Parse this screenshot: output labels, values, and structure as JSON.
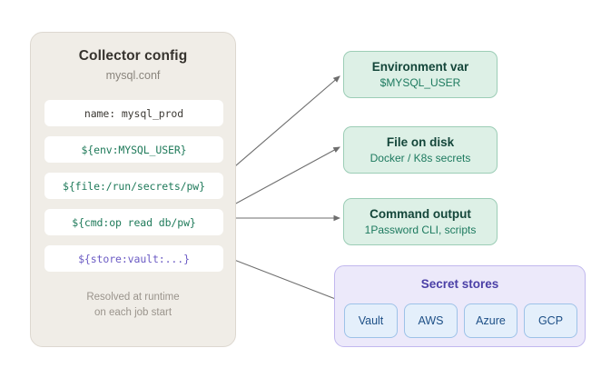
{
  "diagram": {
    "background": "#ffffff",
    "accent_green": "#1d7a5f",
    "accent_purple": "#4a3fa6",
    "accent_blue": "#1d4f86",
    "panel_beige": "#f0ede7"
  },
  "config_panel": {
    "title": "Collector config",
    "subtitle": "mysql.conf",
    "rows": [
      {
        "text": "name: mysql_prod",
        "style": "plain"
      },
      {
        "text": "${env:MYSQL_USER}",
        "style": "green"
      },
      {
        "text": "${file:/run/secrets/pw}",
        "style": "green"
      },
      {
        "text": "${cmd:op read db/pw}",
        "style": "green"
      },
      {
        "text": "${store:vault:...}",
        "style": "purple"
      }
    ],
    "footer_line1": "Resolved at runtime",
    "footer_line2": "on each job start"
  },
  "cards": [
    {
      "title": "Environment var",
      "subtitle": "$MYSQL_USER"
    },
    {
      "title": "File on disk",
      "subtitle": "Docker / K8s secrets"
    },
    {
      "title": "Command output",
      "subtitle": "1Password CLI, scripts"
    }
  ],
  "stores": {
    "title": "Secret stores",
    "chips": [
      "Vault",
      "AWS",
      "Azure",
      "GCP"
    ]
  }
}
